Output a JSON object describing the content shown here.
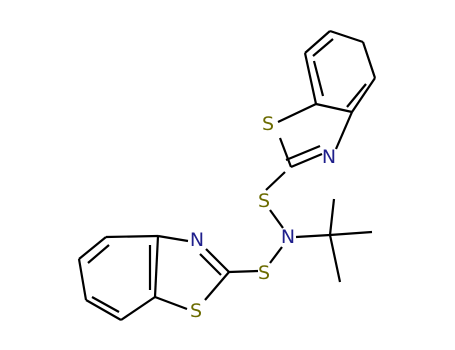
{
  "molecule": {
    "colors": {
      "bond": "#000000",
      "sulfur": "#6b6b00",
      "nitrogen": "#1f1f8c"
    },
    "atoms": [
      {
        "id": "upper-ring-sulfur",
        "label": "S",
        "element": "S"
      },
      {
        "id": "upper-ring-nitrogen",
        "label": "N",
        "element": "N"
      },
      {
        "id": "upper-linker-sulfur",
        "label": "S",
        "element": "S"
      },
      {
        "id": "sulfenamide-nitrogen",
        "label": "N",
        "element": "N"
      },
      {
        "id": "lower-ring-nitrogen",
        "label": "N",
        "element": "N"
      },
      {
        "id": "lower-linker-sulfur",
        "label": "S",
        "element": "S"
      },
      {
        "id": "lower-ring-sulfur",
        "label": "S",
        "element": "S"
      }
    ]
  }
}
